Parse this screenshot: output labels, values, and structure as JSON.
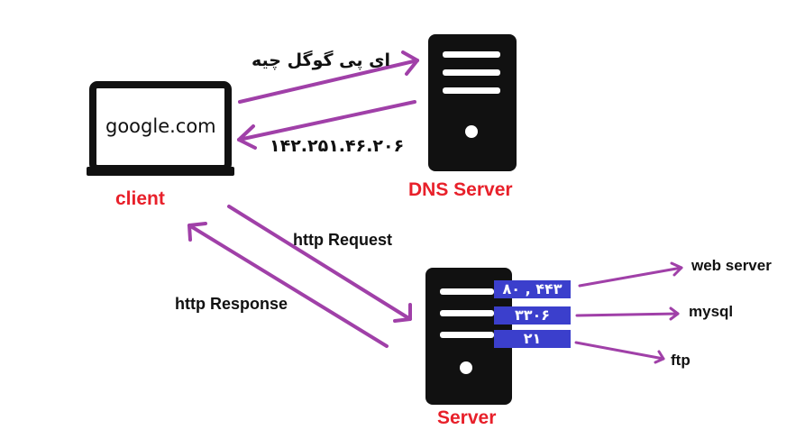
{
  "laptop": {
    "screen_text": "google.com",
    "label": "client"
  },
  "dns_server": {
    "label": "DNS Server"
  },
  "server": {
    "label": "Server"
  },
  "dns_query": {
    "text": "ای پی گوگل چیه"
  },
  "dns_reply": {
    "text": "۱۴۲.۲۵۱.۴۶.۲۰۶"
  },
  "http_request": {
    "text": "http Request"
  },
  "http_response": {
    "text": "http Response"
  },
  "ports": [
    {
      "value": "۸۰ , ۴۴۳",
      "service": "web server"
    },
    {
      "value": "۳۳۰۶",
      "service": "mysql"
    },
    {
      "value": "۲۱",
      "service": "ftp"
    }
  ],
  "colors": {
    "arrow": "#a040a8",
    "label_red": "#e8202a",
    "port_box": "#3b3fcc"
  }
}
